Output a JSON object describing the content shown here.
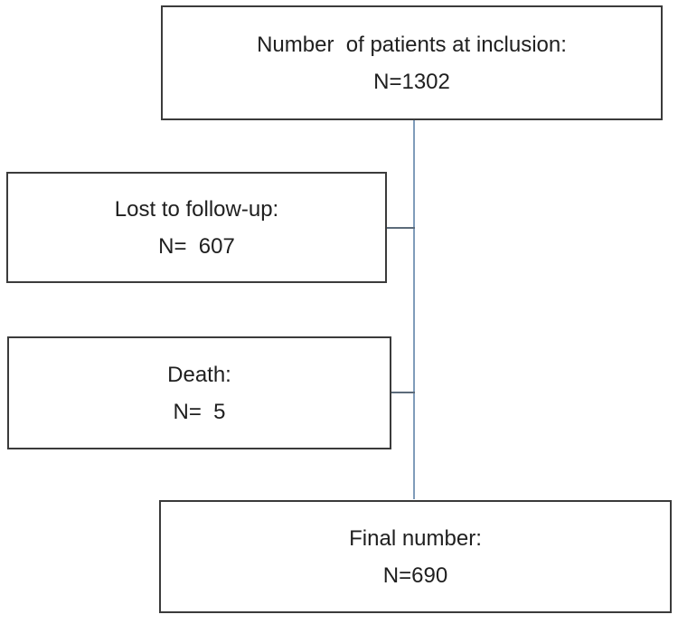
{
  "figure": {
    "type": "patient-flow-diagram",
    "background": "#ffffff",
    "box_border_color": "#3b3b3b",
    "text_color": "#1f1f1f",
    "main_line_color": "#7f9cba",
    "branch_line_color": "#5c6b7a"
  },
  "nodes": {
    "inclusion": {
      "label": "Number  of patients at inclusion:",
      "count": "N=1302"
    },
    "lost_to_followup": {
      "label": "Lost to follow-up:",
      "count": "N=  607"
    },
    "death": {
      "label": "Death:",
      "count": "N=  5"
    },
    "final": {
      "label": "Final number:",
      "count": "N=690"
    }
  }
}
